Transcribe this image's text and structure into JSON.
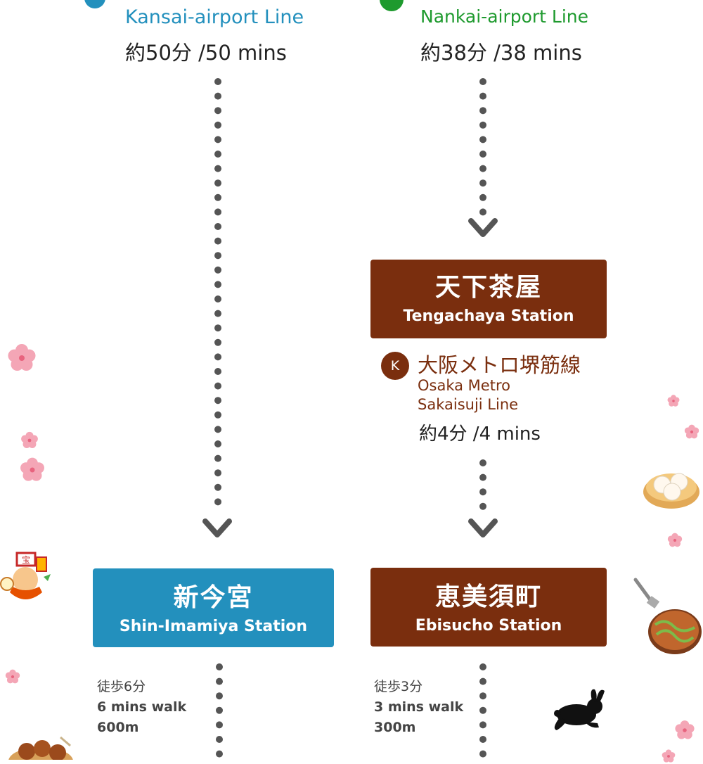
{
  "left_route": {
    "line_name": "Kansai-airport Line",
    "time": "約50分 /50 mins",
    "color": "#2390bd"
  },
  "right_route": {
    "line_name": "Nankai-airport Line",
    "time": "約38分 /38 mins",
    "color": "#1e9a2e"
  },
  "stations": {
    "tengachaya": {
      "jp": "天下茶屋",
      "en": "Tengachaya Station"
    },
    "shin_imamiya": {
      "jp": "新今宮",
      "en": "Shin-Imamiya Station"
    },
    "ebisucho": {
      "jp": "恵美須町",
      "en": "Ebisucho Station"
    }
  },
  "metro": {
    "badge": "K",
    "jp": "大阪メトロ堺筋線",
    "en_line1": "Osaka Metro",
    "en_line2": "Sakaisuji Line",
    "time": "約4分 /4 mins",
    "color": "#7a2e0e"
  },
  "walk_left": {
    "jp": "徒歩6分",
    "en": "6 mins walk",
    "distance": "600m"
  },
  "walk_right": {
    "jp": "徒歩3分",
    "en": "3 mins walk",
    "distance": "300m"
  },
  "colors": {
    "brown": "#7a2e0e",
    "blue": "#2390bd",
    "dots": "#555555",
    "blossom": "#f4a6b6"
  },
  "icons": [
    "cherry-blossom-icon",
    "chevron-down-icon",
    "rabbit-icon",
    "okonomiyaki-icon",
    "nikuman-icon",
    "takoyaki-icon",
    "festival-mascot-icon"
  ]
}
